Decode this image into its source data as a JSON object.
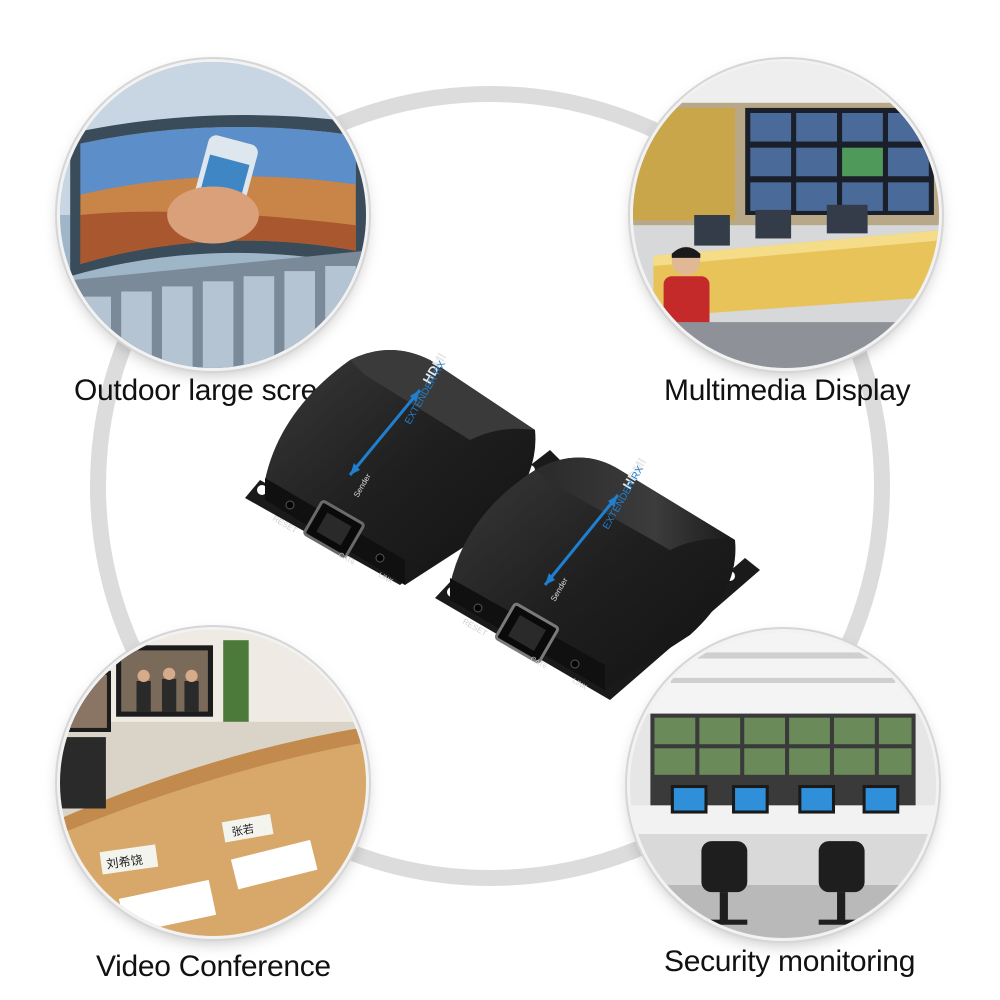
{
  "captions": {
    "outdoor": "Outdoor large screen",
    "multimedia": "Multimedia Display",
    "video": "Video Conference",
    "security": "Security monitoring"
  },
  "device": {
    "brand": "HDMI",
    "model": "EXTENDER RX",
    "role": "Sender",
    "reset_label": "RESET",
    "port_label": "CAT6",
    "link_label": "LINK"
  },
  "conference_signs": [
    "刘希饶",
    "张若"
  ],
  "colors": {
    "ring": "#dcdcdc",
    "device_body": "#1c1c1c",
    "accent_blue": "#1f7fd0"
  }
}
